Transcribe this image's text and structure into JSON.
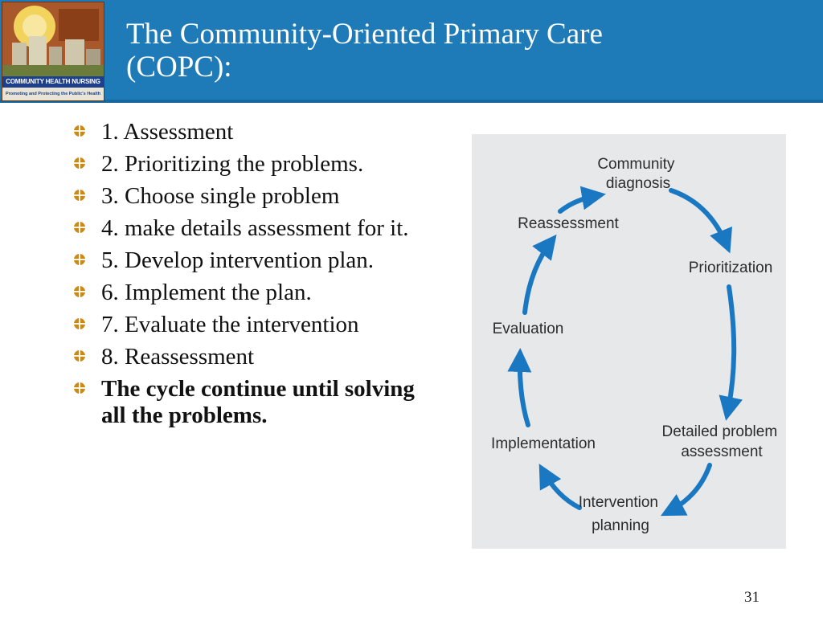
{
  "slide": {
    "title_line1": "The Community-Oriented Primary Care",
    "title_line2": "(COPC):",
    "page_number": "31"
  },
  "logo": {
    "band_text": "COMMUNITY HEALTH NURSING",
    "tagline": "Promoting and Protecting the Public's Health"
  },
  "bullets": [
    "1. Assessment",
    "2. Prioritizing the problems.",
    "3. Choose single problem",
    "4. make details assessment for it.",
    "5. Develop intervention plan.",
    "6. Implement the plan.",
    "7. Evaluate the intervention",
    "8. Reassessment",
    "The cycle continue until solving all the problems."
  ],
  "cycle": {
    "nodes": [
      {
        "line1": "Community",
        "line2": "diagnosis"
      },
      {
        "line1": "Prioritization",
        "line2": ""
      },
      {
        "line1": "Detailed problem",
        "line2": "assessment"
      },
      {
        "line1": "Intervention",
        "line2": "planning"
      },
      {
        "line1": "Implementation",
        "line2": ""
      },
      {
        "line1": "Evaluation",
        "line2": ""
      },
      {
        "line1": "Reassessment",
        "line2": ""
      }
    ],
    "arrow_color": "#1a78c2"
  },
  "colors": {
    "header": "#1f7bb8",
    "bullet": "#c98a1a"
  }
}
